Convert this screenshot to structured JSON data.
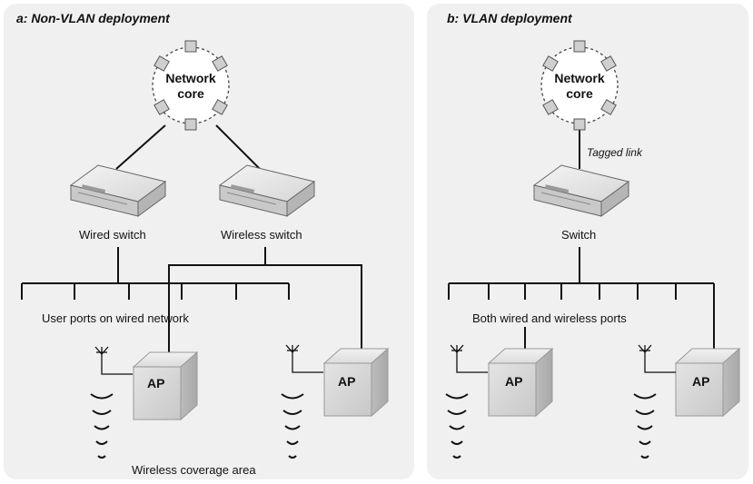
{
  "panels": {
    "a": {
      "title": "a: Non-VLAN deployment",
      "core_line1": "Network",
      "core_line2": "core",
      "wired_switch": "Wired switch",
      "wireless_switch": "Wireless switch",
      "user_ports": "User ports on wired network",
      "ap": "AP",
      "coverage": "Wireless coverage area"
    },
    "b": {
      "title": "b: VLAN deployment",
      "core_line1": "Network",
      "core_line2": "core",
      "tagged_link": "Tagged link",
      "switch": "Switch",
      "ports": "Both wired and wireless ports",
      "ap": "AP"
    }
  },
  "colors": {
    "panel_bg": "#f0f0f0",
    "line": "#111111",
    "device_fill": "#d8d8d8"
  }
}
